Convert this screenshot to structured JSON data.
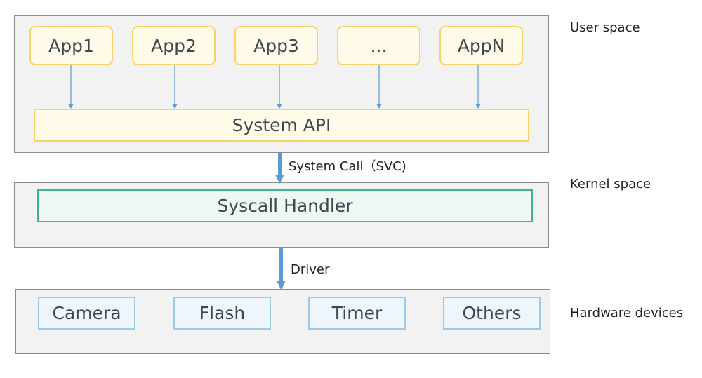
{
  "user_space": {
    "label": "User space",
    "apps": [
      "App1",
      "App2",
      "App3",
      "...",
      "AppN"
    ],
    "system_api": "System API"
  },
  "kernel_space": {
    "label": "Kernel space",
    "syscall_handler": "Syscall Handler"
  },
  "hardware": {
    "label": "Hardware devices",
    "devices": [
      "Camera",
      "Flash",
      "Timer",
      "Others"
    ]
  },
  "connections": {
    "system_call_label": "System Call（SVC)",
    "driver_label": "Driver"
  },
  "colors": {
    "panel_fill": "#f2f2f2",
    "panel_border": "#8c8c8c",
    "app_border": "#f6d36b",
    "app_fill": "#fffbe8",
    "syscall_border": "#3fb38a",
    "syscall_fill": "#edf8f2",
    "hardware_border": "#9ccbe8",
    "hardware_fill": "#eef6fb",
    "arrow": "#5b9bd5"
  }
}
